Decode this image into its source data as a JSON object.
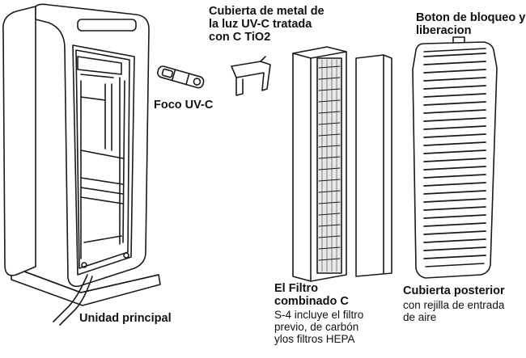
{
  "labels": {
    "uv_cover": "Cubierta de metal de\nla luz UV-C tratada\ncon C TiO2",
    "lock_button": "Boton de bloqueo y\nliberacion",
    "uv_bulb": "Foco UV-C",
    "main_unit": "Unidad principal",
    "filter_title": "El Filtro\ncombinado C",
    "filter_desc": "S-4 incluye el filtro\nprevio, de carbón\nylos filtros HEPA",
    "back_cover_title": "Cubierta posterior",
    "back_cover_desc": "con rejilla de entrada\nde aire"
  },
  "colors": {
    "line": "#1a1a1a",
    "background": "#ffffff",
    "filter_fill": "#e8e8e8"
  }
}
